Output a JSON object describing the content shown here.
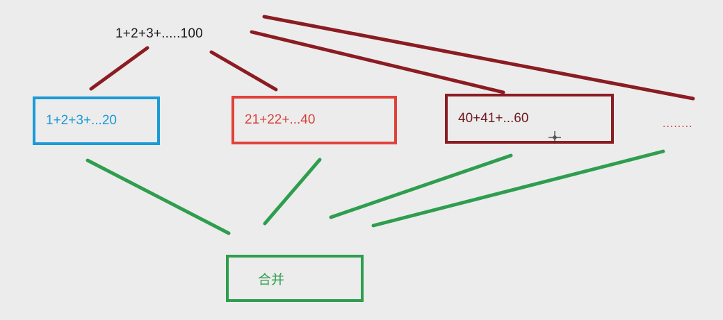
{
  "diagram": {
    "root": {
      "label": "1+2+3+.....100"
    },
    "parts": [
      {
        "label": "1+2+3+...20",
        "color": "#1a9ad6"
      },
      {
        "label": "21+22+...40",
        "color": "#e0423a"
      },
      {
        "label": "40+41+...60",
        "color": "#8b1c22"
      },
      {
        "label": "........",
        "color": "#c8323c"
      }
    ],
    "merge": {
      "label": "合并",
      "color": "#2e9e4e"
    },
    "split_line_color": "#8b1c22",
    "merge_line_color": "#2e9e4e"
  }
}
